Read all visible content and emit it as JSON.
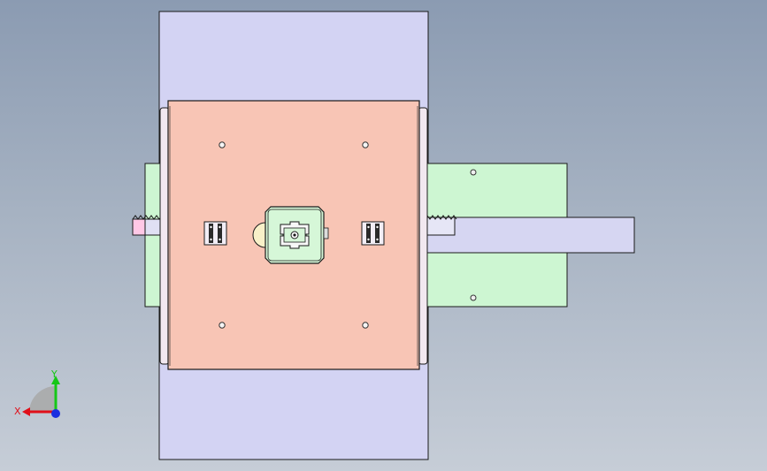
{
  "viewport": {
    "background_top": "#8b9bb2",
    "background_bottom": "#c6cdd7"
  },
  "triad": {
    "x_label": "X",
    "y_label": "Y",
    "x_color": "#e0101a",
    "y_color": "#16c716",
    "z_color": "#1a2fe0"
  },
  "colors": {
    "long_plate": "#d3d3f3",
    "main_plate": "#f8c5b5",
    "side_block": "#cdf6d2",
    "rack": "#d6d6f2",
    "rack_tip": "#ffc8e6",
    "edge": "#1a1a1a"
  },
  "model": {
    "parts": [
      "long-plate",
      "main-plate",
      "left-side-block",
      "right-side-block",
      "right-rack",
      "left-rack",
      "center-aluminum-profile",
      "left-hinge-bracket",
      "right-hinge-bracket"
    ]
  }
}
